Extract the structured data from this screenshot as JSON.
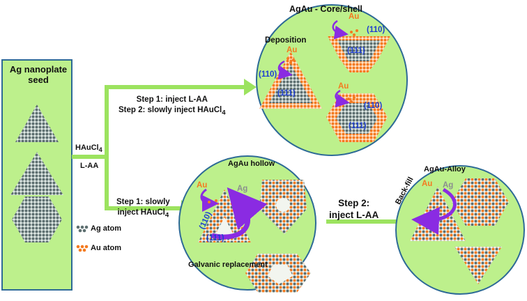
{
  "seed_panel": {
    "title": "Ag nanoplate seed"
  },
  "reagents": {
    "haucl4_base": "HAuCl",
    "haucl4_sub": "4",
    "laa": "L-AA"
  },
  "upper_path": {
    "line1": "Step 1: inject L-AA",
    "line2": "Step 2: slowly inject HAuCl",
    "line2_sub": "4"
  },
  "lower_path": {
    "line1": "Step 1: slowly",
    "line2": "inject HAuCl",
    "line2_sub": "4"
  },
  "step2_arrow": {
    "line1": "Step 2:",
    "line2": "inject L-AA"
  },
  "core_shell": {
    "title": "AgAu - Core/shell",
    "deposition": "Deposition",
    "au": "Au",
    "facet_110": "(110)",
    "facet_111": "(111)"
  },
  "hollow": {
    "title": "AgAu hollow",
    "au": "Au",
    "ag": "Ag",
    "facet_110": "(110)",
    "facet_111": "(111)",
    "galvanic": "Galvanic replacement"
  },
  "alloy": {
    "title": "AgAu-Alloy",
    "au": "Au",
    "ag": "Ag",
    "backfill": "Back-fill"
  },
  "legend": {
    "ag_atom": "Ag atom",
    "au_atom": "Au atom"
  },
  "colors": {
    "panel_fill": "#bdf08c",
    "panel_border": "#2d6a96",
    "arrow": "#9ce35f",
    "ag_atom": "#5d6f70",
    "au_atom": "#f47a20",
    "facet_label": "#1f3fd0",
    "curl_arrow": "#8a2be2"
  }
}
